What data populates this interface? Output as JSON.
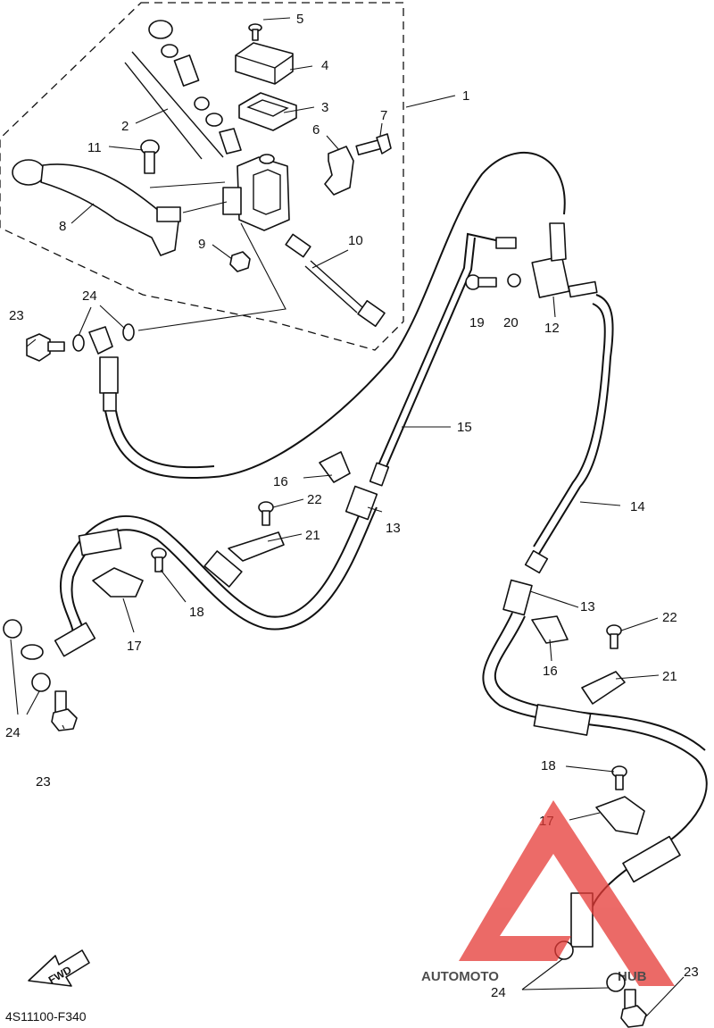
{
  "diagram_code": "4S11100-F340",
  "fwd_label": "FWD",
  "watermark": {
    "left": "AUTOMOTO",
    "right": "HUB",
    "left_color": "#f2a15a",
    "right_color": "#555555",
    "triangle_color": "#e53935"
  },
  "callouts": {
    "c1": "1",
    "c2": "2",
    "c3": "3",
    "c4": "4",
    "c5": "5",
    "c6": "6",
    "c7": "7",
    "c8": "8",
    "c9": "9",
    "c10": "10",
    "c11": "11",
    "c12": "12",
    "c13a": "13",
    "c13b": "13",
    "c14": "14",
    "c15": "15",
    "c16a": "16",
    "c16b": "16",
    "c17a": "17",
    "c17b": "17",
    "c18a": "18",
    "c18b": "18",
    "c19": "19",
    "c20": "20",
    "c21a": "21",
    "c21b": "21",
    "c22a": "22",
    "c22b": "22",
    "c23a": "23",
    "c23b": "23",
    "c23c": "23",
    "c24a": "24",
    "c24b": "24",
    "c24c": "24"
  }
}
